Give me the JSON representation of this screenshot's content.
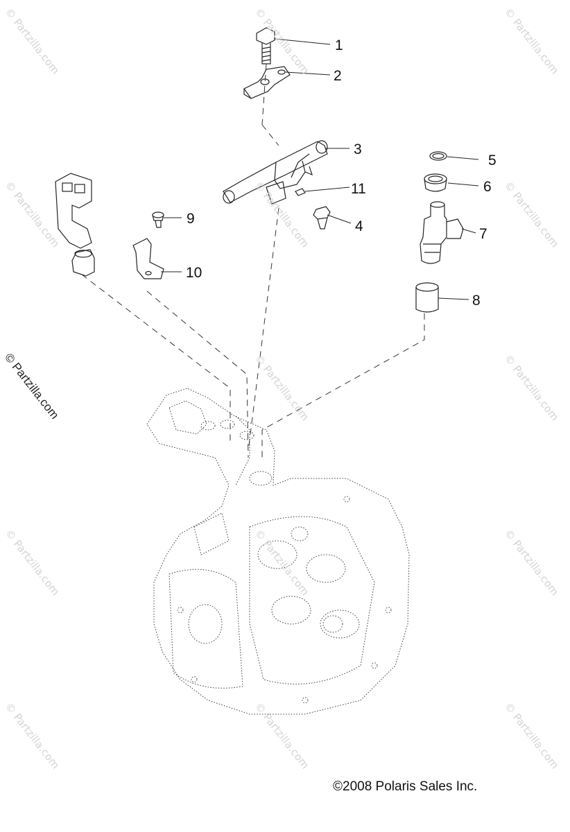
{
  "watermark_text": "© Partzilla.com",
  "side_watermark_text": "© Partzilla.com",
  "copyright": "©2008 Polaris Sales Inc.",
  "callouts": [
    "1",
    "2",
    "3",
    "4",
    "5",
    "6",
    "7",
    "8",
    "9",
    "10",
    "11"
  ]
}
